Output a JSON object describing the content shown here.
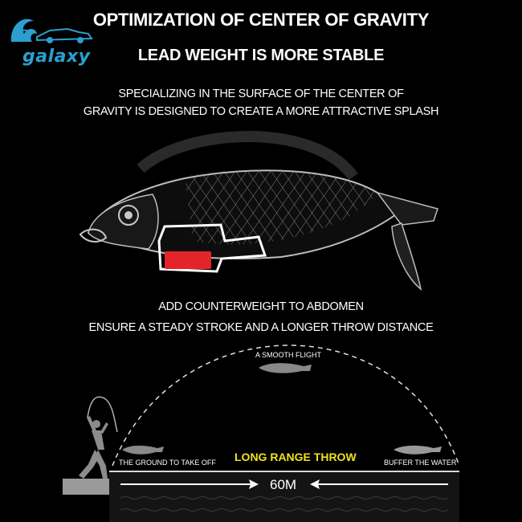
{
  "brand": {
    "name": "galaxy",
    "icon": "car-wave-logo-icon"
  },
  "headline": {
    "line1": "OPTIMIZATION OF CENTER OF GRAVITY",
    "line2": "LEAD WEIGHT IS MORE STABLE"
  },
  "description": {
    "line1": "SPECIALIZING IN THE SURFACE OF THE CENTER OF",
    "line2": "GRAVITY IS DESIGNED TO CREATE A MORE ATTRACTIVE SPLASH"
  },
  "counterweight": {
    "line1": "ADD COUNTERWEIGHT TO ABDOMEN",
    "line2": "ENSURE A STEADY STROKE AND A LONGER THROW DISTANCE"
  },
  "throw_diagram": {
    "smooth_flight": "A SMOOTH FLIGHT",
    "ground_label": "THE GROUND TO TAKE OFF",
    "buffer_label": "BUFFER THE WATER",
    "long_range": "LONG RANGE THROW",
    "distance": "60M"
  },
  "colors": {
    "background": "#000000",
    "weight_red": "#e3252b",
    "highlight_yellow": "#f0e21b",
    "brand_blue": "#2a9fd0"
  }
}
